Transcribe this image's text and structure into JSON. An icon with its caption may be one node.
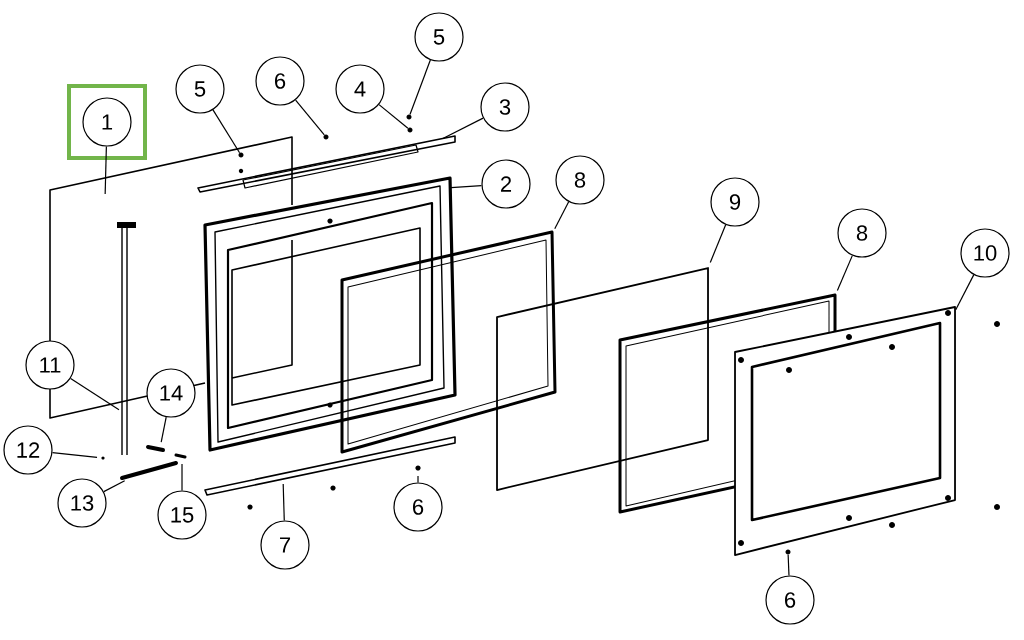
{
  "diagram": {
    "nodes": [
      {
        "text": [],
        "shape": "box"
      },
      {
        "text": [
          "1"
        ],
        "in": 0
      },
      {
        "text": [
          "5"
        ]
      },
      {
        "text": [
          "6"
        ]
      },
      {
        "text": [
          "4"
        ]
      },
      {
        "text": [
          "5"
        ]
      },
      {
        "text": [
          "3"
        ]
      },
      {
        "text": [
          "2"
        ]
      },
      {
        "text": [
          "8"
        ]
      },
      {
        "text": [
          "9"
        ]
      },
      {
        "text": [
          "8"
        ]
      },
      {
        "text": [
          "10"
        ]
      },
      {
        "text": [
          "11"
        ]
      },
      {
        "text": [
          "14"
        ]
      },
      {
        "text": [
          "12"
        ]
      },
      {
        "text": [
          "13"
        ]
      },
      {
        "text": [
          "15"
        ]
      },
      {
        "text": [
          "7"
        ]
      },
      {
        "text": [
          "6"
        ]
      },
      {
        "text": [
          "6"
        ]
      },
      {
        "text": [],
        "shape": "circle"
      },
      {
        "text": [],
        "shape": "circle"
      },
      {
        "text": [],
        "shape": "circle"
      },
      {
        "text": [],
        "shape": "circle"
      },
      {
        "text": [],
        "shape": "circle"
      }
    ],
    "edges": [
      {
        "from": 1,
        "to": null,
        "arrow": "none"
      },
      {
        "from": 2,
        "to": 20,
        "arrow": "none"
      },
      {
        "from": 3,
        "to": 21,
        "arrow": "none"
      },
      {
        "from": 4,
        "to": 22,
        "arrow": "none"
      },
      {
        "from": 5,
        "to": 23,
        "arrow": "none"
      },
      {
        "from": 6,
        "to": null,
        "arrow": "none"
      },
      {
        "from": 7,
        "to": null,
        "arrow": "none"
      },
      {
        "from": 8,
        "to": null,
        "arrow": "none"
      },
      {
        "from": 9,
        "to": null,
        "arrow": "none"
      },
      {
        "from": 10,
        "to": null,
        "arrow": "none"
      },
      {
        "from": 11,
        "to": null,
        "arrow": "none"
      },
      {
        "from": 12,
        "to": null,
        "arrow": "none"
      },
      {
        "from": 13,
        "to": null,
        "arrow": "none"
      },
      {
        "from": 14,
        "to": null,
        "arrow": "none"
      },
      {
        "from": 15,
        "to": null,
        "arrow": "none"
      },
      {
        "from": 16,
        "to": null,
        "arrow": "none"
      },
      {
        "from": 17,
        "to": null,
        "arrow": "none"
      },
      {
        "from": 18,
        "to": null,
        "arrow": "none"
      },
      {
        "from": 19,
        "to": 24,
        "arrow": "none"
      }
    ]
  }
}
